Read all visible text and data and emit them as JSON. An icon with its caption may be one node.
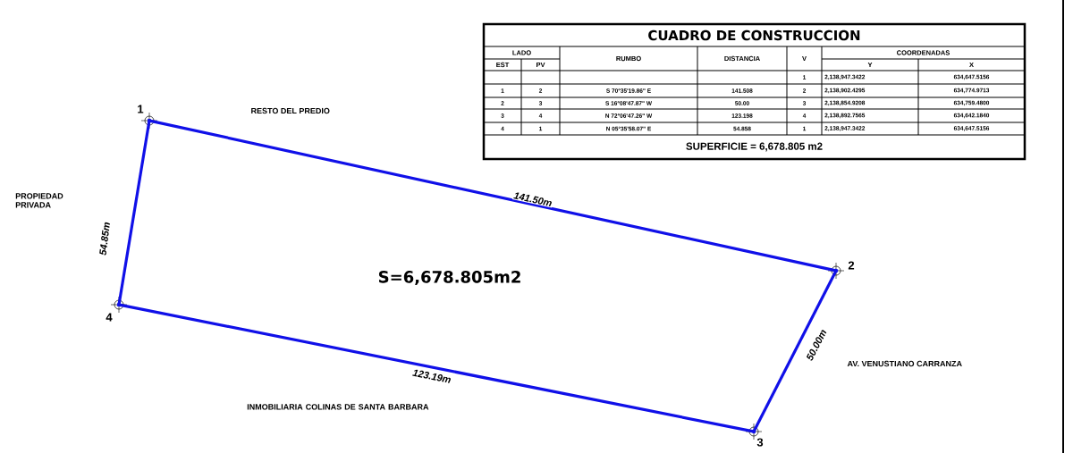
{
  "diagram": {
    "nodes": [
      {
        "text": [],
        "shape": "circle",
        "beside": [
          "1"
        ]
      },
      {
        "text": [],
        "shape": "circle",
        "beside": [
          "2"
        ]
      },
      {
        "text": [],
        "shape": "circle",
        "beside": [
          "3"
        ]
      },
      {
        "text": [],
        "shape": "circle",
        "beside": [
          "4"
        ]
      }
    ],
    "edges": [
      {
        "from": 0,
        "to": 1,
        "arrow": "none",
        "label": "141.50m"
      },
      {
        "from": 1,
        "to": 2,
        "arrow": "none",
        "label": "50.00m"
      },
      {
        "from": 2,
        "to": 3,
        "arrow": "none",
        "label": "123.19m"
      },
      {
        "from": 3,
        "to": 0,
        "arrow": "none",
        "label": "54.85m"
      }
    ],
    "labels": [
      "RESTO DEL PREDIO",
      "PROPIEDAD PRIVADA",
      "S=6,678.805m2",
      "AV. VENUSTIANO CARRANZA",
      "INMOBILIARIA COLINAS DE SANTA BARBARA",
      "CUADRO DE CONSTRUCCION",
      "LADO",
      "RUMBO",
      "DISTANCIA",
      "V",
      "COORDENADAS",
      "EST",
      "PV",
      "Y",
      "X",
      "1",
      "2,138,947.3422",
      "634,647.5156",
      "1",
      "2",
      "S 70°35'19.86\" E",
      "141.508",
      "2",
      "2,138,902.4295",
      "634,774.9713",
      "2",
      "3",
      "S 16°08'47.87\" W",
      "50.00",
      "3",
      "2,138,854.9208",
      "634,759.4800",
      "3",
      "4",
      "N 72°06'47.26\" W",
      "123.198",
      "4",
      "2,138,892.7565",
      "634,642.1840",
      "4",
      "1",
      "N 05°35'58.07\" E",
      "54.858",
      "1",
      "2,138,947.3422",
      "634,647.5156",
      "SUPERFICIE = 6,678.805 m2"
    ]
  }
}
